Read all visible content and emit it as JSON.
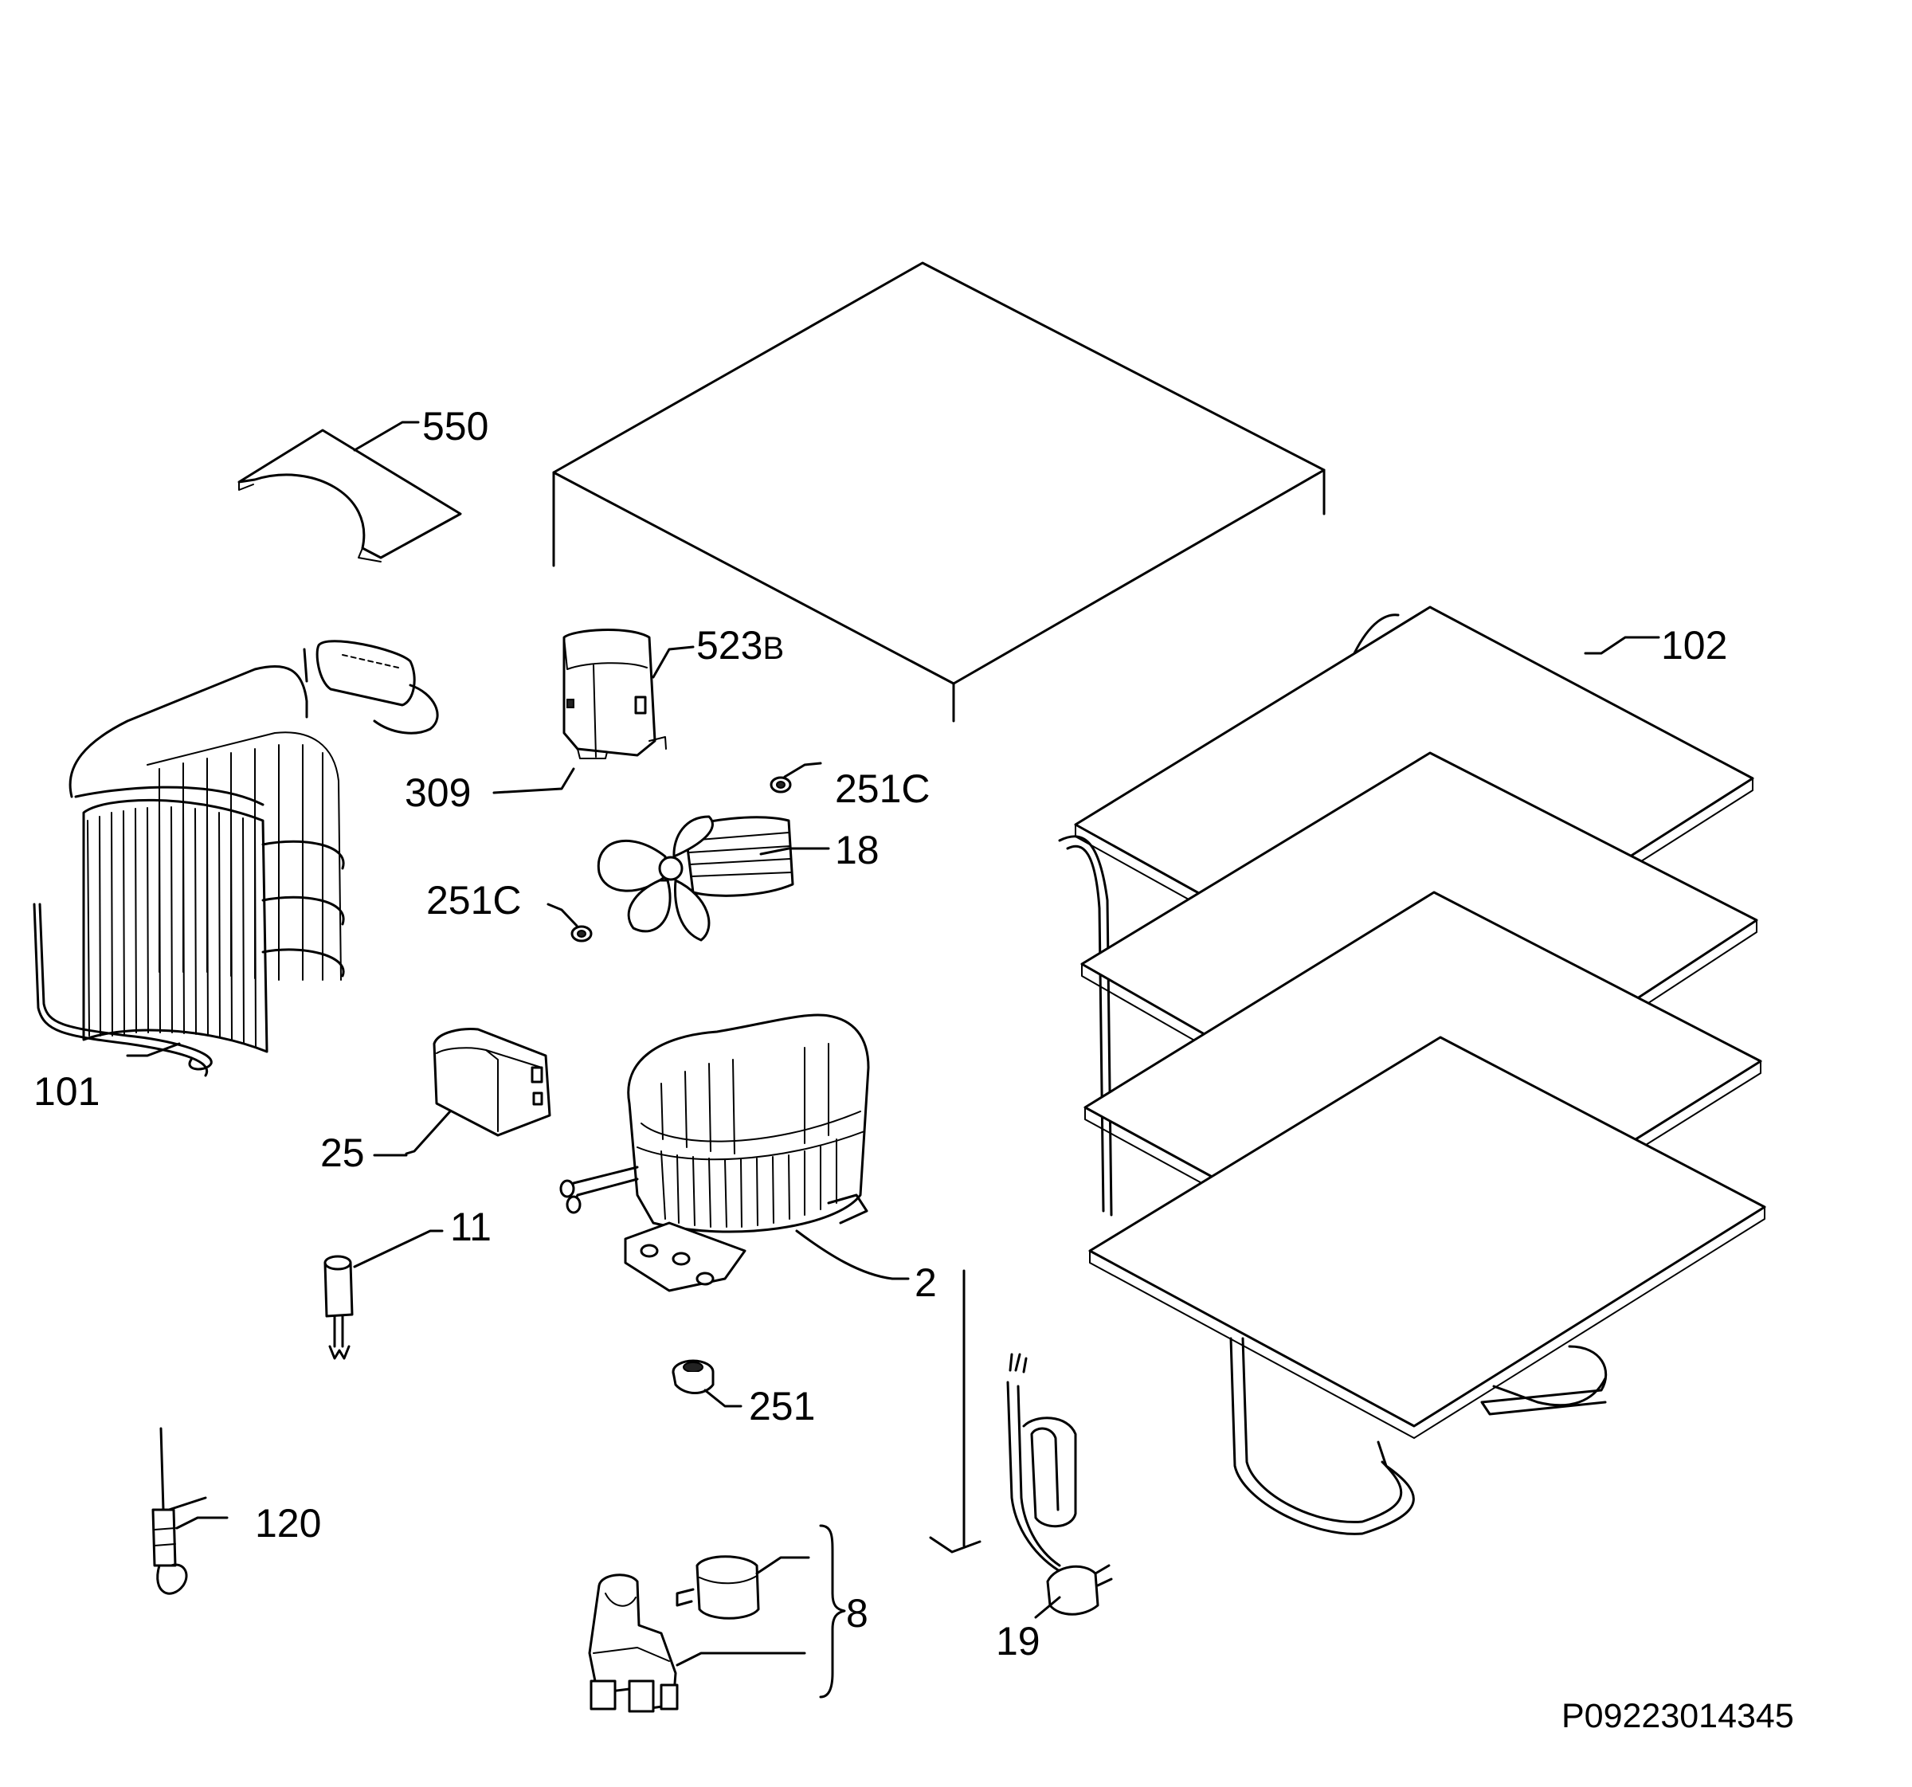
{
  "callouts": {
    "p550": "550",
    "p523": "523",
    "p523_suffix": "B",
    "p309": "309",
    "p251c_top": "251C",
    "p18": "18",
    "p251c_left": "251C",
    "p101": "101",
    "p102": "102",
    "p25": "25",
    "p11": "11",
    "p2": "2",
    "p251": "251",
    "p120": "120",
    "p8": "8",
    "p19": "19"
  },
  "drawing_code": "P09223014345"
}
